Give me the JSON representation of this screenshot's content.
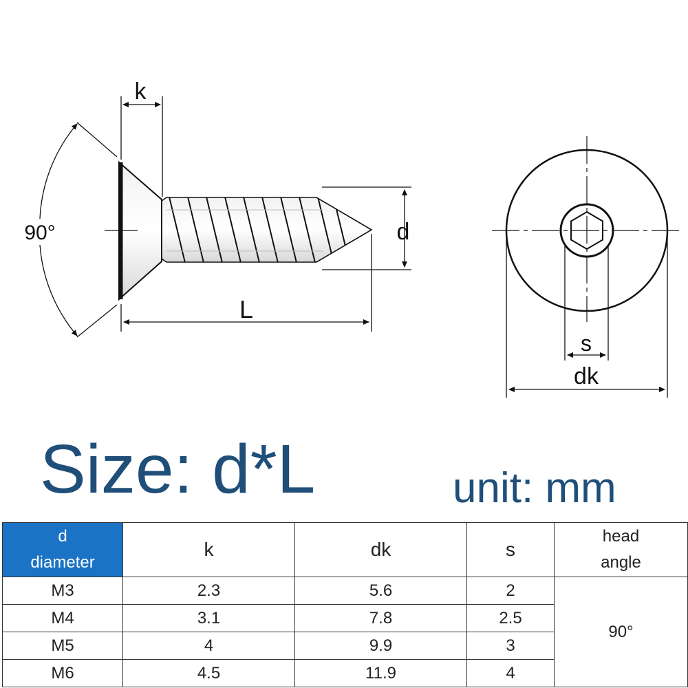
{
  "labels": {
    "k": "k",
    "angle": "90°",
    "d": "d",
    "L": "L",
    "s": "s",
    "dk": "dk"
  },
  "title": "Size: d*L",
  "unit": "unit: mm",
  "colors": {
    "title": "#1f4e79",
    "header_blue": "#1a73c5",
    "line": "#111111"
  },
  "table": {
    "headers": {
      "d_line1": "d",
      "d_line2": "diameter",
      "k": "k",
      "dk": "dk",
      "s": "s",
      "angle_line1": "head",
      "angle_line2": "angle"
    },
    "head_angle_value": "90°",
    "rows": [
      {
        "d": "M3",
        "k": "2.3",
        "dk": "5.6",
        "s": "2"
      },
      {
        "d": "M4",
        "k": "3.1",
        "dk": "7.8",
        "s": "2.5"
      },
      {
        "d": "M5",
        "k": "4",
        "dk": "9.9",
        "s": "3"
      },
      {
        "d": "M6",
        "k": "4.5",
        "dk": "11.9",
        "s": "4"
      }
    ]
  }
}
